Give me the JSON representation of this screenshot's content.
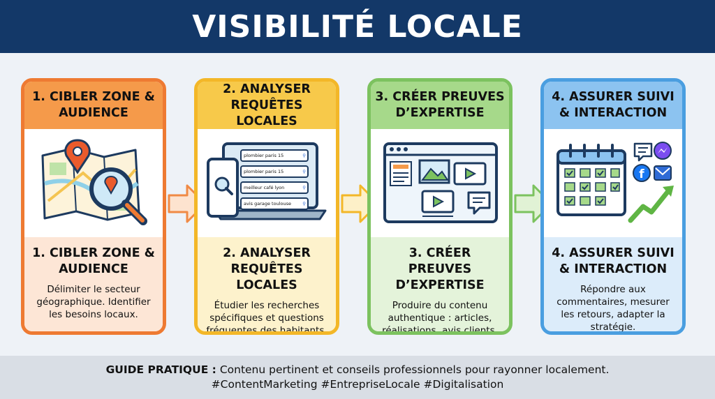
{
  "title": "VISIBILITÉ LOCALE",
  "steps": [
    {
      "header": "1. CIBLER ZONE & AUDIENCE",
      "title": "1. CIBLER ZONE & AUDIENCE",
      "desc": "Délimiter le secteur géographique. Identifier les besoins locaux.",
      "color": "#ee7a32"
    },
    {
      "header": "2. ANALYSER REQUÊTES LOCALES",
      "title": "2. ANALYSER REQUÊTES LOCALES",
      "desc": "Étudier les recherches spécifiques et questions fréquentes des habitants.",
      "color": "#f3b728",
      "searches": [
        "plombier paris 15",
        "plombier paris 15",
        "meilleur café lyon",
        "avis garage toulouse"
      ]
    },
    {
      "header": "3. CRÉER PREUVES D’EXPERTISE",
      "title": "3. CRÉER PREUVES D’EXPERTISE",
      "desc": "Produire du contenu authentique : articles, réalisations, avis clients.",
      "color": "#7cc25f"
    },
    {
      "header": "4. ASSURER SUIVI & INTERACTION",
      "title": "4. ASSURER SUIVI & INTERACTION",
      "desc": "Répondre aux commentaires, mesurer les retours, adapter la stratégie.",
      "color": "#4a9ee0"
    }
  ],
  "footer": {
    "label": "GUIDE PRATIQUE :",
    "text": " Contenu pertinent et conseils professionnels pour rayonner localement.",
    "hashtags": "#ContentMarketing #EntrepriseLocale #Digitalisation"
  },
  "icons": [
    "map-pin-icon",
    "magnifier-icon",
    "laptop-icon",
    "smartphone-icon",
    "browser-window-icon",
    "video-play-icon",
    "chat-bubble-icon",
    "calendar-icon",
    "messenger-icon",
    "facebook-icon",
    "mail-icon",
    "trend-up-icon"
  ]
}
